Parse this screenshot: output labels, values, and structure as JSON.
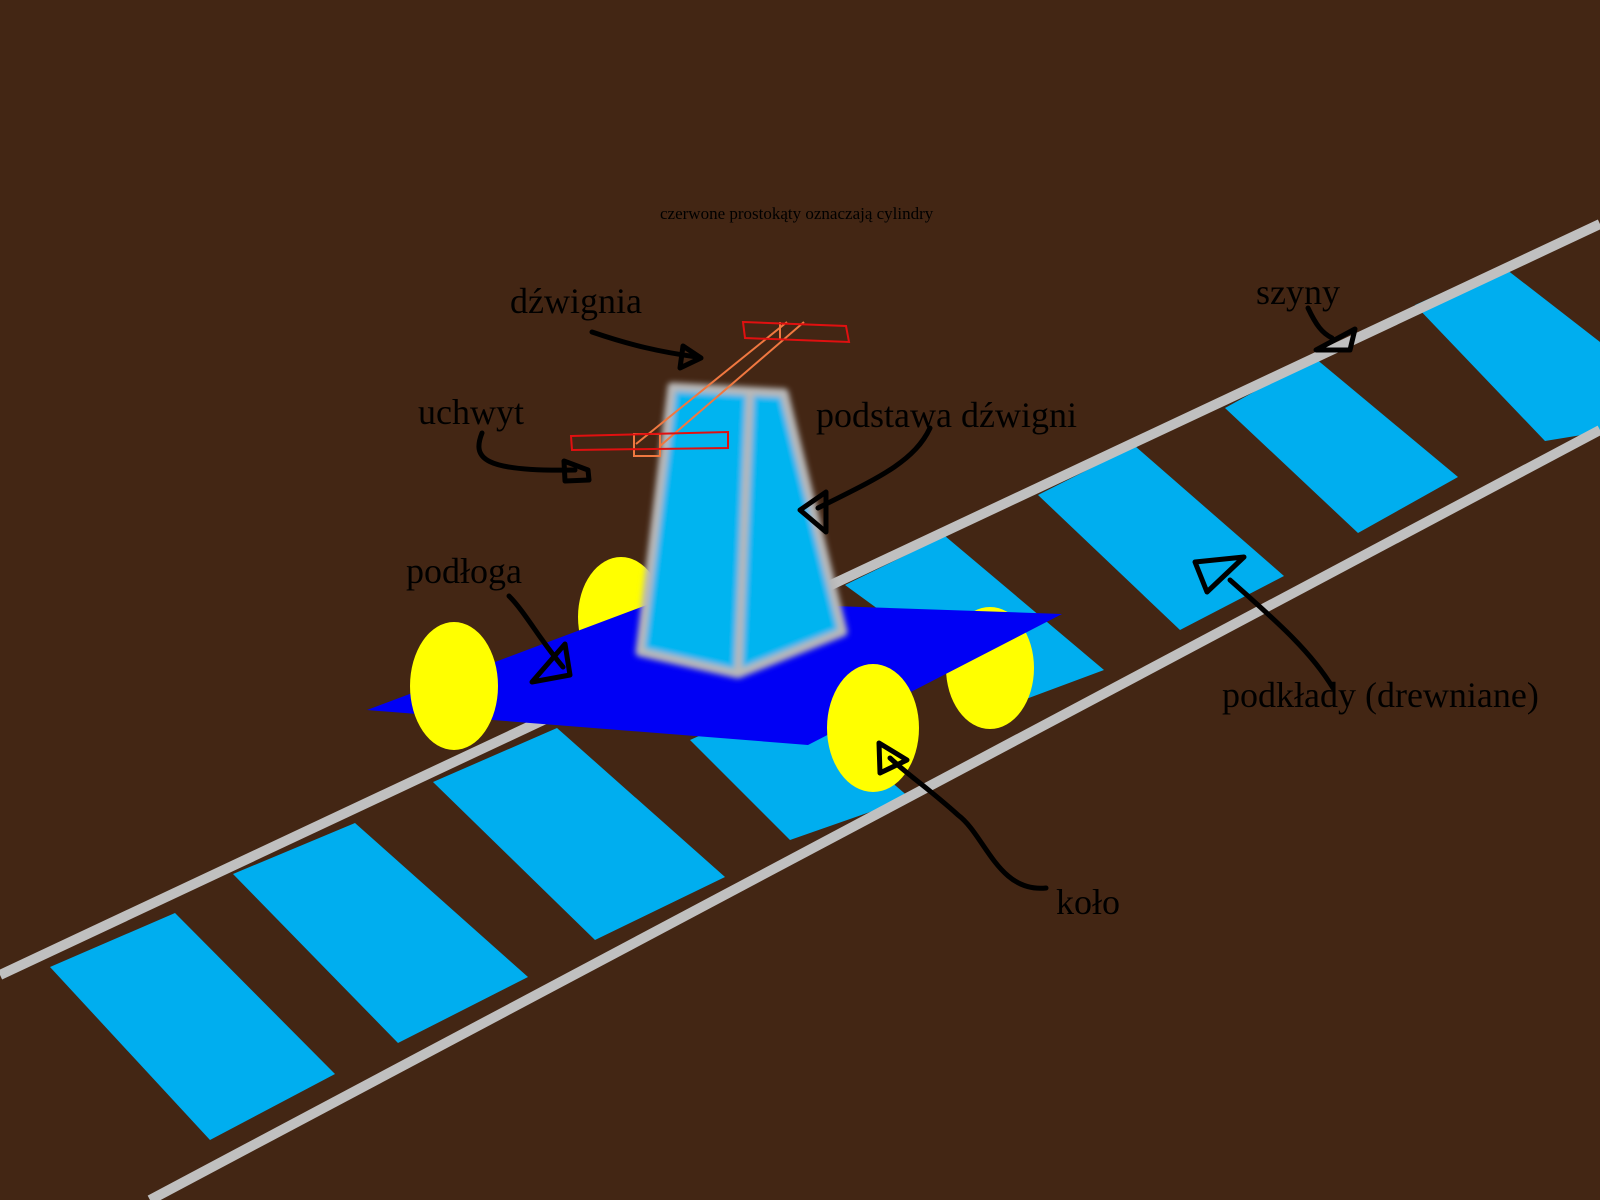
{
  "note": "czerwone prostokąty oznaczają cylindry",
  "labels": {
    "lever": "dźwignia",
    "handle": "uchwyt",
    "lever_base": "podstawa dźwigni",
    "floor": "podłoga",
    "rails": "szyny",
    "sleepers": "podkłady (drewniane)",
    "wheel": "koło"
  },
  "colors": {
    "background": "#432614",
    "rail": "#c0c0c0",
    "sleeper": "#00aeef",
    "platform": "#0000f5",
    "wheel": "#ffff00",
    "lever_base": "#00b4f0",
    "lever_base_outline": "#b8b8b8",
    "cylinder": "#e01010",
    "lever_bar": "#f07840",
    "arrow": "#000000"
  }
}
